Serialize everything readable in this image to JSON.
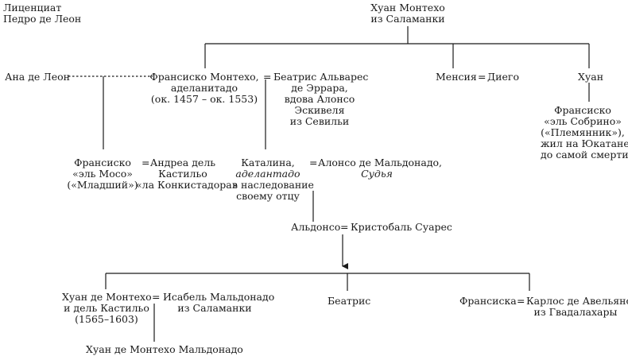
{
  "colors": {
    "ink": "#1a1a1a",
    "background": "#ffffff"
  },
  "people": {
    "pedro": [
      "Лиценциат",
      "Педро де Леон"
    ],
    "juan_top": [
      "Хуан Монтехо",
      "из Саламанки"
    ],
    "ana": "Ана де Леон",
    "francisco_adel": [
      "Франсиско Монтехо,",
      "аделанитадо",
      "(ок. 1457 – ок. 1553)"
    ],
    "beatriz_alv": [
      "Беатрис Альварес",
      "де Эррара,",
      "вдова Алонсо",
      "Эскивеля",
      "из Севильи"
    ],
    "mencia": "Менсия",
    "diego": "Диего",
    "juan_mid": "Хуан",
    "francisco_sobrino": [
      "Франсиско",
      "«эль Собрино»",
      "(«Племянник»),",
      "жил на Юкатане",
      "до самой смерти"
    ],
    "francisco_moso": [
      "Франсиско",
      "«эль Мосо»",
      "(«Младший»)"
    ],
    "andrea": [
      "Андреа дель",
      "Кастильо",
      "«ла Конкистадора»"
    ],
    "catalina_line1": "Каталина,",
    "catalina_line2": "аделантадо",
    "catalina_line3": "в наследование",
    "catalina_line4": "своему отцу",
    "alonso_line1": "Алонсо де Мальдонадо,",
    "alonso_line2": "Судья",
    "aldonso": "Альдонсо",
    "cristobal": "Кристобаль Суарес",
    "juan_castillo": [
      "Хуан де Монтехо",
      "и дель Кастильо",
      "(1565–1603)"
    ],
    "isabel": [
      "Исабель Мальдонадо",
      "из Саламанки"
    ],
    "beatriz_low": "Беатрис",
    "francisca": "Франсиска",
    "carlos": [
      "Карлос де Авельяно",
      "из Гвадалахары"
    ],
    "juan_maldonado": "Хуан де Монтехо Мальдонадо"
  },
  "symbols": {
    "marriage": "="
  }
}
